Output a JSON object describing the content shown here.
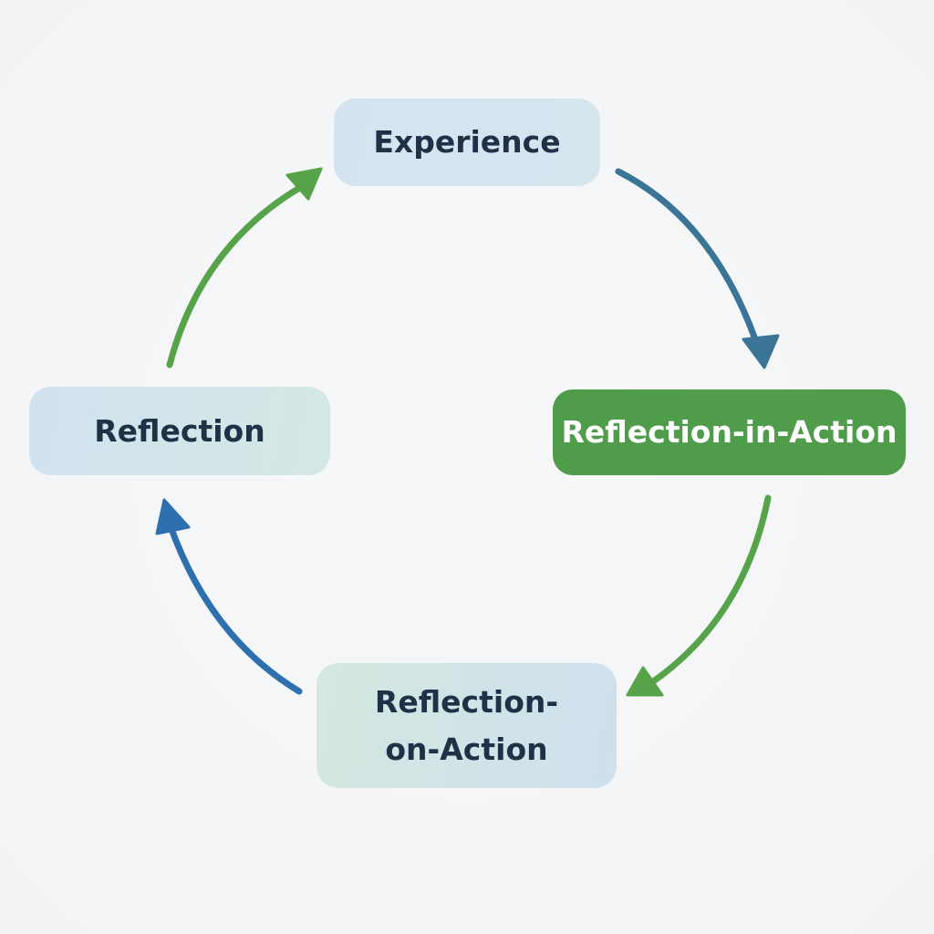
{
  "diagram": {
    "nodes": {
      "experience": {
        "label": "Experience"
      },
      "reflection_in_action": {
        "label": "Reflection-in-Action"
      },
      "reflection_on_action": {
        "line1": "Reflection-",
        "line2": "on-Action"
      },
      "reflection": {
        "label": "Reflection"
      }
    },
    "edges": [
      {
        "from": "Experience",
        "to": "Reflection-in-Action",
        "color": "#3a7496"
      },
      {
        "from": "Reflection-in-Action",
        "to": "Reflection-on-Action",
        "color": "#56a34a"
      },
      {
        "from": "Reflection-on-Action",
        "to": "Reflection",
        "color": "#2e6fb0"
      },
      {
        "from": "Reflection",
        "to": "Experience",
        "color": "#56a34a"
      }
    ]
  }
}
